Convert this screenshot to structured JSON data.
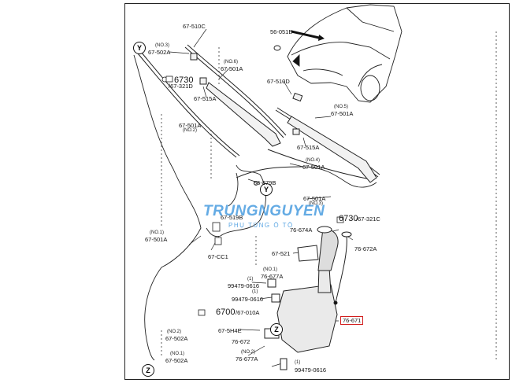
{
  "diagram": {
    "title": "Windshield wiper and washer system exploded view",
    "labels": {
      "p67_510C": "67-510C",
      "p56_051B": "56-051B",
      "no3_a": "(NO.3)",
      "p67_502A_a": "67-502A",
      "no6": "(NO.6)",
      "p67_501A_no6": "67-501A",
      "p6730_a": "6730",
      "p67_321D": "/67-321D",
      "p67_515A_a": "67-515A",
      "p67_510D": "67-510D",
      "no5": "(NO.5)",
      "p67_501A_no5": "67-501A",
      "p67_501A_no2": "67-501A",
      "no2_a": "(NO.2)",
      "p67_515A_b": "67-515A",
      "no4": "(NO.4)",
      "p67_501A_no4": "67-501A",
      "p86_879B": "86-879B",
      "p67_501A_no3": "67-501A",
      "no3_b": "(NO.3)",
      "p67_519B": "67-519B",
      "p6730_b": "6730",
      "p67_321C": "/67-321C",
      "p76_674A": "76-674A",
      "no1_a": "(NO.1)",
      "p67_501A_no1": "67-501A",
      "p76_672A": "76-672A",
      "p67_521": "67-521",
      "p67_CC1": "67-CC1",
      "no1_b": "(NO.1)",
      "p76_677A_a": "76-677A",
      "q1_a": "(1)",
      "p99479_0616_a": "99479-0616",
      "q1_b": "(1)",
      "p99479_0616_b": "99479-0616",
      "p6700": "6700",
      "p67_010A": "/67-010A",
      "p76_671": "76-671",
      "p67_5H4E": "67-5H4E",
      "p76_672": "76-672",
      "no2_b": "(NO.2)",
      "p67_502A_b": "67-502A",
      "no2_c": "(NO.2)",
      "p76_677A_b": "76-677A",
      "no1_c": "(NO.1)",
      "p67_502A_c": "67-502A",
      "q1_c": "(1)",
      "p99479_0616_c": "99479-0616"
    },
    "markers": {
      "y_top": "Y",
      "y_mid": "Y",
      "z_mid": "Z",
      "z_bottom": "Z"
    },
    "watermark": {
      "brand": "TRUNGNGUYEN",
      "tagline": "PHỤ TÙNG Ô TÔ",
      "color": "#4a9de0"
    },
    "highlight_color": "#d21c1c"
  }
}
